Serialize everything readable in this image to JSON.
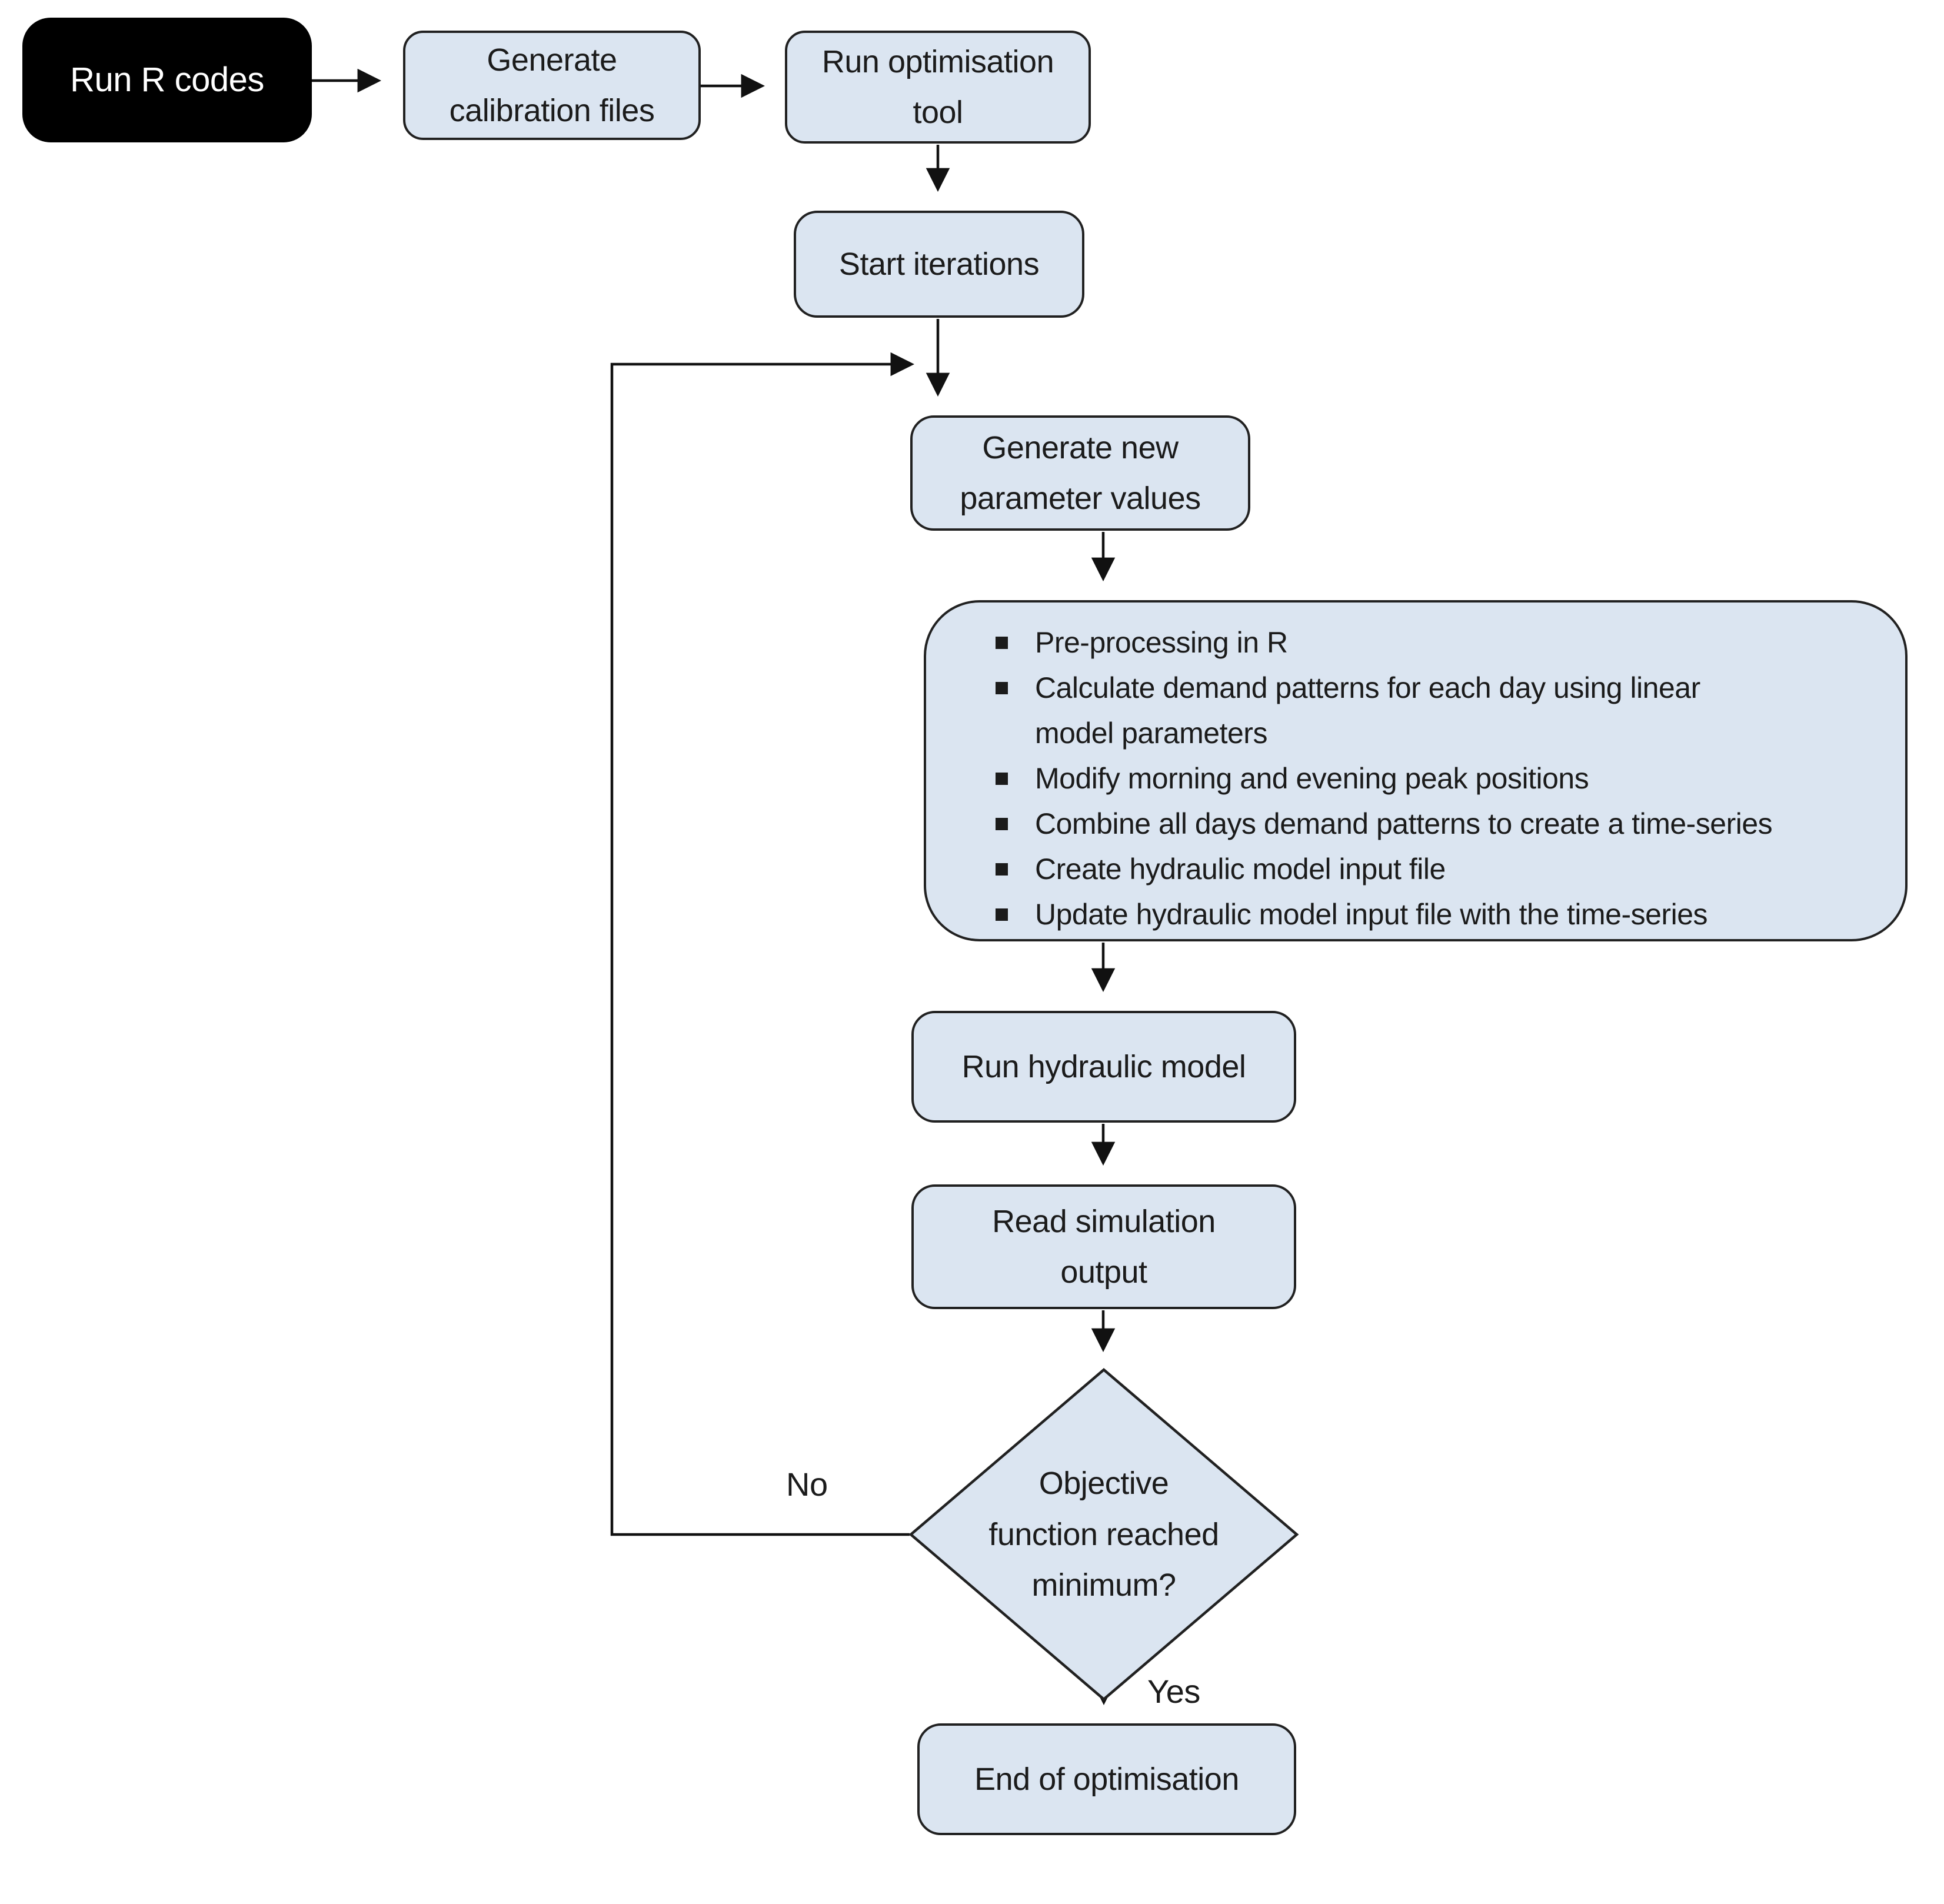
{
  "nodes": {
    "run_r_codes": {
      "label": "Run R codes"
    },
    "generate_calibration_files": {
      "label": "Generate calibration files"
    },
    "run_optimisation_tool": {
      "label": "Run optimisation tool"
    },
    "start_iterations": {
      "label": "Start iterations"
    },
    "generate_new_parameter_values": {
      "label": "Generate new parameter values"
    },
    "preprocessing_steps": {
      "bullets": [
        "Pre-processing in R",
        "Calculate demand patterns for each day using linear model parameters",
        "Modify morning and evening peak positions",
        "Combine all days demand patterns to create a time-series",
        "Create hydraulic model input file",
        "Update hydraulic model input file with the time-series"
      ]
    },
    "run_hydraulic_model": {
      "label": "Run hydraulic model"
    },
    "read_simulation_output": {
      "label": "Read simulation output"
    },
    "decision": {
      "label": "Objective function reached minimum?"
    },
    "end_of_optimisation": {
      "label": "End of optimisation"
    }
  },
  "edges": {
    "no_label": "No",
    "yes_label": "Yes"
  },
  "colors": {
    "node_fill": "#dbe5f1",
    "node_border": "#212121",
    "arrow": "#111111",
    "text": "#1b1b1b",
    "start_fill": "#000000",
    "start_text": "#ffffff"
  }
}
